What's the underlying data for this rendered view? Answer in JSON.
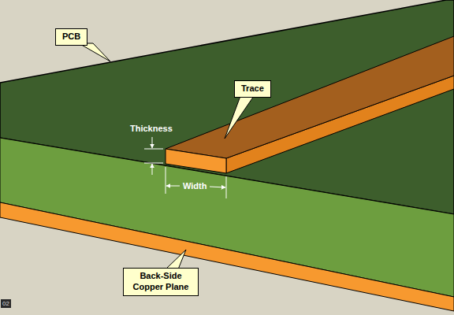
{
  "diagram": {
    "nodes": [
      {
        "text": [
          "PCB"
        ]
      },
      {
        "text": [
          "Trace"
        ]
      },
      {
        "text": [
          "Back-Side Copper Plane"
        ]
      }
    ],
    "labels": [
      "Thickness",
      "Width",
      "02"
    ]
  }
}
